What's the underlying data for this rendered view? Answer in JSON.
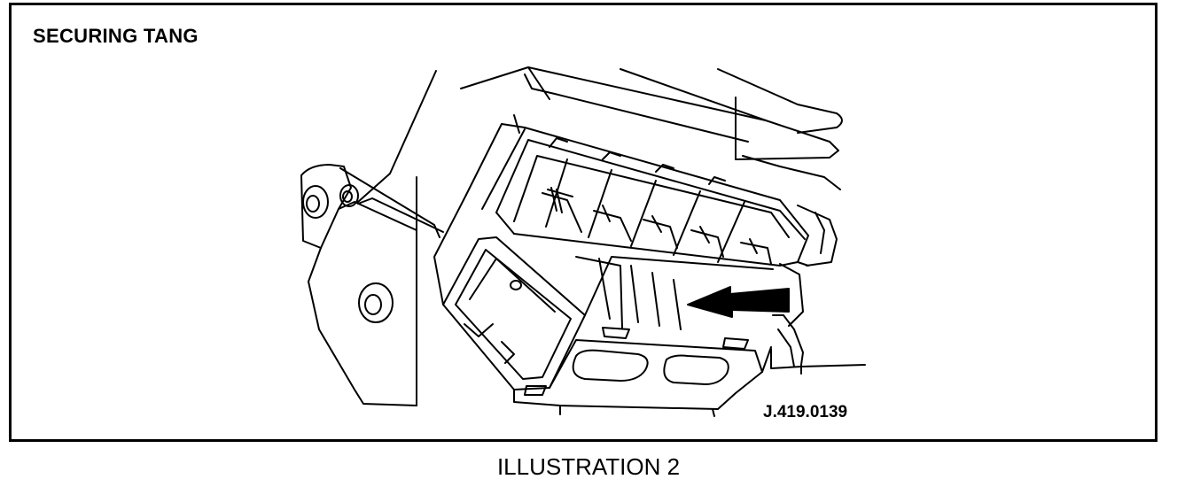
{
  "title": "SECURING TANG",
  "reference": "J.419.0139",
  "caption": "ILLUSTRATION 2",
  "colors": {
    "line": "#000000",
    "background": "#ffffff"
  },
  "icons": {
    "arrow": "arrow-left-icon"
  }
}
